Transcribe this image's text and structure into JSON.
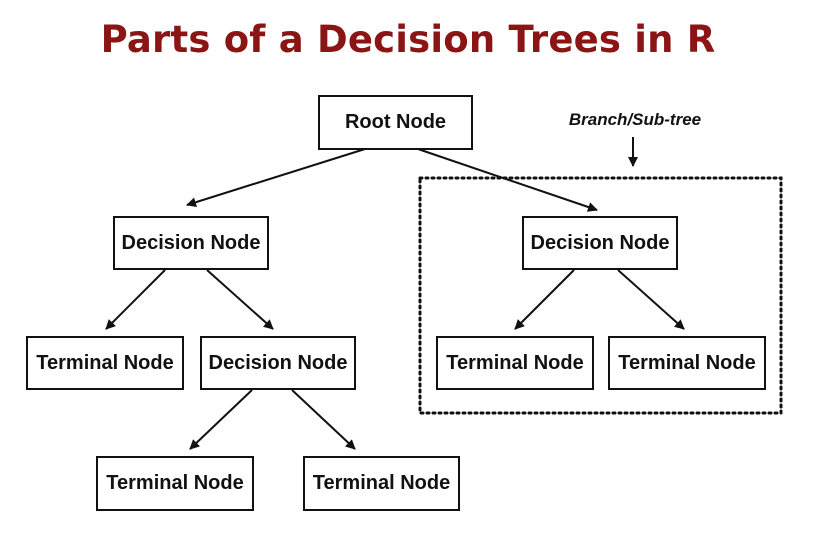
{
  "title": "Parts of a Decision Trees in R",
  "annotation": "Branch/Sub-tree",
  "colors": {
    "title": "#8b1414",
    "ink": "#111111"
  },
  "nodes": {
    "root": "Root Node",
    "decision_left": "Decision Node",
    "decision_right": "Decision Node",
    "decision_mid": "Decision Node",
    "terminal_1": "Terminal Node",
    "terminal_2": "Terminal Node",
    "terminal_3": "Terminal Node",
    "terminal_4": "Terminal Node",
    "terminal_5": "Terminal Node"
  }
}
